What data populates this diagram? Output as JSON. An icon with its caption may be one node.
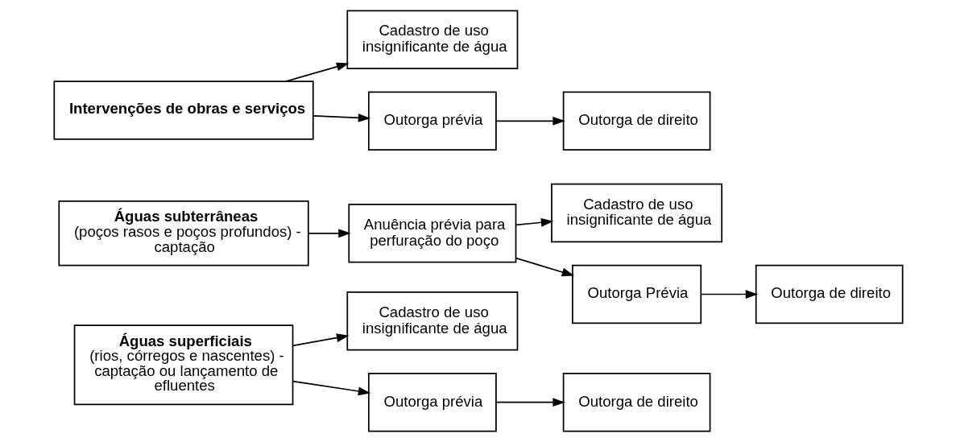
{
  "diagram": {
    "nodes": [
      {
        "text": [
          "Águas superficiais",
          "(rios, córregos e nascentes) - captação ou lançamento de efluentes"
        ]
      },
      {
        "text": [
          "Cadastro de uso insignificante de água"
        ]
      },
      {
        "text": [
          "Outorga prévia"
        ]
      },
      {
        "text": [
          "Outorga de direito"
        ]
      },
      {
        "text": [
          "Águas subterrâneas",
          "(poços rasos e poços profundos) - captação"
        ]
      },
      {
        "text": [
          "Anuência prévia para perfuração do poço"
        ]
      },
      {
        "text": [
          "Cadastro de uso insignificante de água"
        ]
      },
      {
        "text": [
          "Outorga Prévia"
        ]
      },
      {
        "text": [
          "Outorga de direito"
        ]
      },
      {
        "text": [
          "Intervenções de obras e serviços"
        ]
      },
      {
        "text": [
          "Cadastro de uso insignificante de água"
        ]
      },
      {
        "text": [
          "Outorga prévia"
        ]
      },
      {
        "text": [
          "Outorga de direito"
        ]
      }
    ],
    "edges": [
      {
        "from": 0,
        "to": 1,
        "arrow": "to"
      },
      {
        "from": 0,
        "to": 2,
        "arrow": "to"
      },
      {
        "from": 2,
        "to": 3,
        "arrow": "to"
      },
      {
        "from": 4,
        "to": 5,
        "arrow": "to"
      },
      {
        "from": 5,
        "to": 6,
        "arrow": "to"
      },
      {
        "from": 5,
        "to": 7,
        "arrow": "to"
      },
      {
        "from": 7,
        "to": 8,
        "arrow": "to"
      },
      {
        "from": 9,
        "to": 10,
        "arrow": "to"
      },
      {
        "from": 9,
        "to": 11,
        "arrow": "to"
      },
      {
        "from": 11,
        "to": 12,
        "arrow": "to"
      }
    ]
  }
}
